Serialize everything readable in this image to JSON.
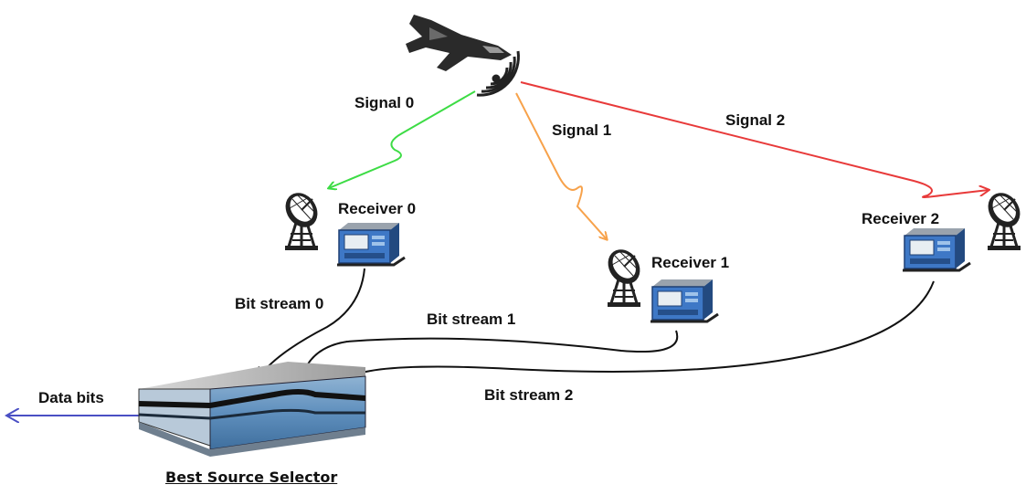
{
  "diagram": {
    "title": "Best Source Selector",
    "signals": [
      {
        "label": "Signal 0",
        "color": "#3ddc45"
      },
      {
        "label": "Signal 1",
        "color": "#f7a24b"
      },
      {
        "label": "Signal 2",
        "color": "#e83a3a"
      }
    ],
    "receivers": [
      {
        "label": "Receiver 0"
      },
      {
        "label": "Receiver 1"
      },
      {
        "label": "Receiver 2"
      }
    ],
    "bitstreams": [
      {
        "label": "Bit stream 0"
      },
      {
        "label": "Bit stream 1"
      },
      {
        "label": "Bit stream 2"
      }
    ],
    "output": {
      "label": "Data bits",
      "color": "#4a4fc4"
    }
  }
}
